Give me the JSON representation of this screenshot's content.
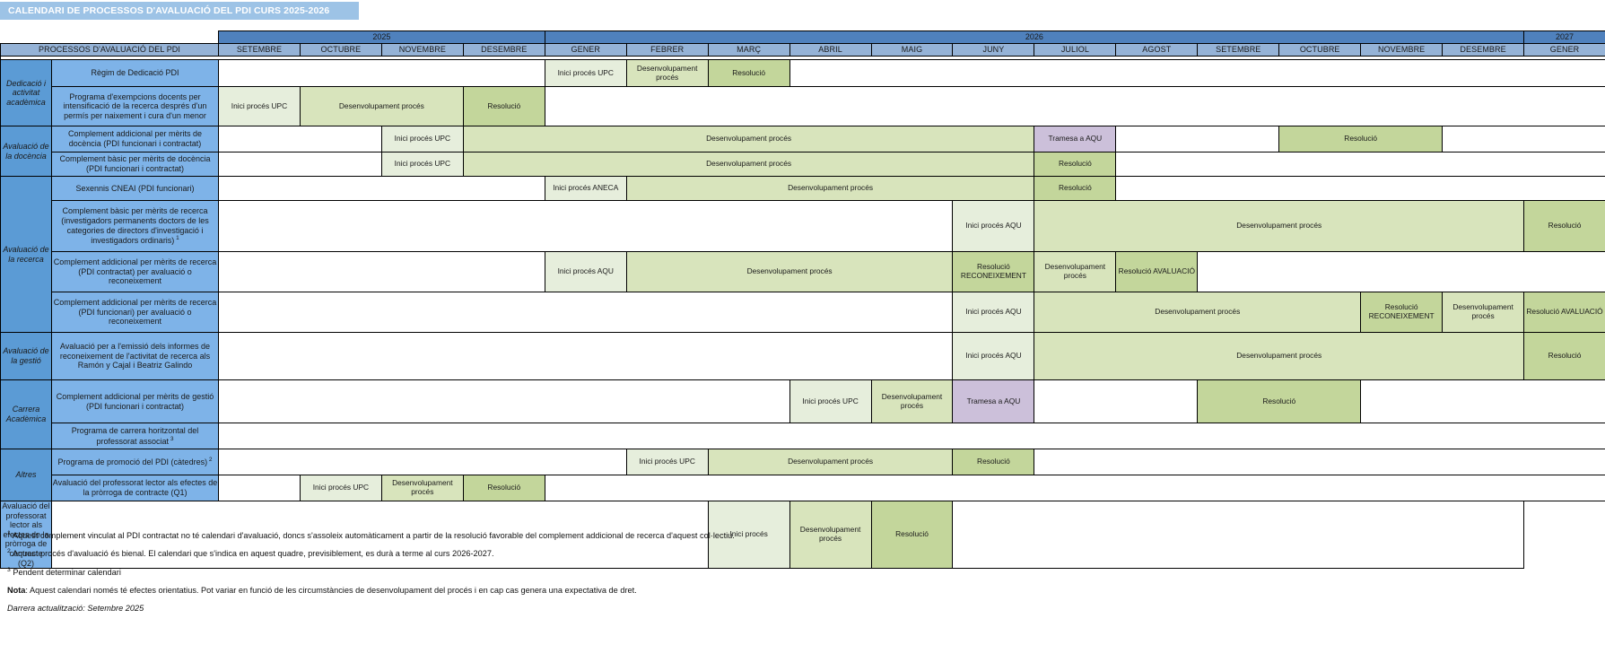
{
  "title": "CALENDARI DE PROCESSOS D'AVALUACIÓ DEL PDI CURS 2025-2026",
  "header": {
    "processes_col_label": "PROCESSOS D'AVALUACIÓ DEL PDI",
    "years": [
      {
        "label": "2025",
        "span": 4
      },
      {
        "label": "2026",
        "span": 12
      },
      {
        "label": "2027",
        "span": 1
      }
    ],
    "months": [
      "SETEMBRE",
      "OCTUBRE",
      "NOVEMBRE",
      "DESEMBRE",
      "GENER",
      "FEBRER",
      "MARÇ",
      "ABRIL",
      "MAIG",
      "JUNY",
      "JULIOL",
      "AGOST",
      "SETEMBRE",
      "OCTUBRE",
      "NOVEMBRE",
      "DESEMBRE",
      "GENER"
    ]
  },
  "colors": {
    "title_bg": "#9dc3e6",
    "year_bg": "#4f81bd",
    "month_bg": "#95b3d7",
    "group_bg": "#5b9bd5",
    "process_bg": "#7eb3e8",
    "inici": "#e6eedc",
    "desenvolupament": "#d8e4bc",
    "resolucio": "#c3d69b",
    "tramesa": "#ccc0da"
  },
  "groups": [
    {
      "label": "Dedicació i activitat acadèmica",
      "rows": 2
    },
    {
      "label": "Avaluació de la docència",
      "rows": 2
    },
    {
      "label": "Avaluació de la recerca",
      "rows": 4
    },
    {
      "label": "Avaluació de la gestió",
      "rows": 1
    },
    {
      "label": "Carrera Acadèmica",
      "rows": 2
    },
    {
      "label": "Altres",
      "rows": 2
    }
  ],
  "rows": [
    {
      "name": "Règim de Dedicació PDI",
      "note": "",
      "height": 30,
      "cells": [
        {
          "span": 4,
          "kind": "empty",
          "text": ""
        },
        {
          "span": 1,
          "kind": "inici",
          "text": "Inici procés UPC"
        },
        {
          "span": 1,
          "kind": "desen",
          "text": "Desenvolupament procés"
        },
        {
          "span": 1,
          "kind": "resol",
          "text": "Resolució"
        },
        {
          "span": 10,
          "kind": "empty",
          "text": ""
        }
      ]
    },
    {
      "name": "Programa d'exempcions docents per intensificació de la recerca després d'un permís per naixement i cura d'un menor",
      "note": "",
      "height": 44,
      "cells": [
        {
          "span": 1,
          "kind": "inici",
          "text": "Inici procés UPC"
        },
        {
          "span": 2,
          "kind": "desen",
          "text": "Desenvolupament procés"
        },
        {
          "span": 1,
          "kind": "resol",
          "text": "Resolució"
        },
        {
          "span": 13,
          "kind": "empty",
          "text": ""
        }
      ]
    },
    {
      "name": "Complement addicional per mèrits de docència (PDI funcionari i contractat)",
      "note": "",
      "height": 29,
      "cells": [
        {
          "span": 2,
          "kind": "empty",
          "text": ""
        },
        {
          "span": 1,
          "kind": "inici",
          "text": "Inici procés UPC"
        },
        {
          "span": 7,
          "kind": "desen",
          "text": "Desenvolupament procés"
        },
        {
          "span": 1,
          "kind": "tram",
          "text": "Tramesa a AQU"
        },
        {
          "span": 2,
          "kind": "empty",
          "text": ""
        },
        {
          "span": 2,
          "kind": "resol",
          "text": "Resolució"
        },
        {
          "span": 2,
          "kind": "empty",
          "text": ""
        }
      ]
    },
    {
      "name": "Complement bàsic per mèrits de docència (PDI funcionari i contractat)",
      "note": "",
      "height": 27,
      "cells": [
        {
          "span": 2,
          "kind": "empty",
          "text": ""
        },
        {
          "span": 1,
          "kind": "inici",
          "text": "Inici procés UPC"
        },
        {
          "span": 7,
          "kind": "desen",
          "text": "Desenvolupament procés"
        },
        {
          "span": 1,
          "kind": "resol",
          "text": "Resolució"
        },
        {
          "span": 6,
          "kind": "empty",
          "text": ""
        }
      ]
    },
    {
      "name": "Sexennis CNEAI (PDI funcionari)",
      "note": "",
      "height": 27,
      "cells": [
        {
          "span": 4,
          "kind": "empty",
          "text": ""
        },
        {
          "span": 1,
          "kind": "inici",
          "text": "Inici procés ANECA"
        },
        {
          "span": 5,
          "kind": "desen",
          "text": "Desenvolupament procés"
        },
        {
          "span": 1,
          "kind": "resol",
          "text": "Resolució"
        },
        {
          "span": 6,
          "kind": "empty",
          "text": ""
        }
      ]
    },
    {
      "name": "Complement bàsic per mèrits de recerca (investigadors permanents doctors de les categories de directors d'investigació i investigadors ordinaris)",
      "note": "1",
      "height": 57,
      "cells": [
        {
          "span": 9,
          "kind": "empty",
          "text": ""
        },
        {
          "span": 1,
          "kind": "inici",
          "text": "Inici procés AQU"
        },
        {
          "span": 6,
          "kind": "desen",
          "text": "Desenvolupament procés"
        },
        {
          "span": 1,
          "kind": "resol",
          "text": "Resolució"
        }
      ]
    },
    {
      "name": "Complement addicional per mèrits de recerca (PDI contractat) per avaluació o reconeixement",
      "note": "",
      "height": 45,
      "cells": [
        {
          "span": 4,
          "kind": "empty",
          "text": ""
        },
        {
          "span": 1,
          "kind": "inici",
          "text": "Inici procés AQU"
        },
        {
          "span": 4,
          "kind": "desen",
          "text": "Desenvolupament procés"
        },
        {
          "span": 1,
          "kind": "resol",
          "text": "Resolució RECONEIXEMENT"
        },
        {
          "span": 1,
          "kind": "desen",
          "text": "Desenvolupament procés"
        },
        {
          "span": 1,
          "kind": "resol",
          "text": "Resolució AVALUACIÓ"
        },
        {
          "span": 5,
          "kind": "empty",
          "text": ""
        }
      ]
    },
    {
      "name": "Complement addicional per mèrits de recerca (PDI funcionari) per avaluació o reconeixement",
      "note": "",
      "height": 45,
      "cells": [
        {
          "span": 9,
          "kind": "empty",
          "text": ""
        },
        {
          "span": 1,
          "kind": "inici",
          "text": "Inici procés AQU"
        },
        {
          "span": 4,
          "kind": "desen",
          "text": "Desenvolupament procés"
        },
        {
          "span": 1,
          "kind": "resol",
          "text": "Resolució RECONEIXEMENT"
        },
        {
          "span": 1,
          "kind": "desen",
          "text": "Desenvolupament procés"
        },
        {
          "span": 1,
          "kind": "resol",
          "text": "Resolució AVALUACIÓ"
        }
      ]
    },
    {
      "name": "Avaluació per a l'emissió dels informes de reconeixement de l'activitat de recerca als Ramón y Cajal i Beatriz Galindo",
      "note": "",
      "height": 53,
      "cells": [
        {
          "span": 9,
          "kind": "empty",
          "text": ""
        },
        {
          "span": 1,
          "kind": "inici",
          "text": "Inici procés AQU"
        },
        {
          "span": 6,
          "kind": "desen",
          "text": "Desenvolupament procés"
        },
        {
          "span": 1,
          "kind": "resol",
          "text": "Resolució"
        }
      ]
    },
    {
      "name": "Complement addicional per mèrits de gestió (PDI funcionari i contractat)",
      "note": "",
      "height": 48,
      "cells": [
        {
          "span": 7,
          "kind": "empty",
          "text": ""
        },
        {
          "span": 1,
          "kind": "inici",
          "text": "Inici procés UPC"
        },
        {
          "span": 1,
          "kind": "desen",
          "text": "Desenvolupament procés"
        },
        {
          "span": 1,
          "kind": "tram",
          "text": "Tramesa a AQU"
        },
        {
          "span": 2,
          "kind": "empty",
          "text": ""
        },
        {
          "span": 2,
          "kind": "resol",
          "text": "Resolució"
        },
        {
          "span": 3,
          "kind": "empty",
          "text": ""
        }
      ]
    },
    {
      "name": "Programa de carrera horitzontal del professorat associat",
      "note": "3",
      "height": 29,
      "cells": [
        {
          "span": 17,
          "kind": "empty",
          "text": ""
        }
      ]
    },
    {
      "name": "Programa de promoció del PDI (càtedres)",
      "note": "2",
      "height": 29,
      "cells": [
        {
          "span": 5,
          "kind": "empty",
          "text": ""
        },
        {
          "span": 1,
          "kind": "inici",
          "text": "Inici procés UPC"
        },
        {
          "span": 3,
          "kind": "desen",
          "text": "Desenvolupament procés"
        },
        {
          "span": 1,
          "kind": "resol",
          "text": "Resolució"
        },
        {
          "span": 7,
          "kind": "empty",
          "text": ""
        }
      ]
    },
    {
      "name": "Avaluació del professorat lector als efectes de la pròrroga de contracte (Q1)",
      "note": "",
      "height": 29,
      "cells": [
        {
          "span": 1,
          "kind": "empty",
          "text": ""
        },
        {
          "span": 1,
          "kind": "inici",
          "text": "Inici procés UPC"
        },
        {
          "span": 1,
          "kind": "desen",
          "text": "Desenvolupament procés"
        },
        {
          "span": 1,
          "kind": "resol",
          "text": "Resolució"
        },
        {
          "span": 13,
          "kind": "empty",
          "text": ""
        }
      ]
    },
    {
      "name": "Avaluació del professorat lector als efectes de la pròrroga de contracte (Q2)",
      "note": "",
      "height": 29,
      "cells": [
        {
          "span": 7,
          "kind": "empty",
          "text": ""
        },
        {
          "span": 1,
          "kind": "inici",
          "text": "Inici procés"
        },
        {
          "span": 1,
          "kind": "desen",
          "text": "Desenvolupament procés"
        },
        {
          "span": 1,
          "kind": "resol",
          "text": "Resolució"
        },
        {
          "span": 7,
          "kind": "empty",
          "text": ""
        }
      ]
    }
  ],
  "footnotes": [
    {
      "marker": "1",
      "text": "Aquest complement vinculat al PDI contractat no té calendari d'avaluació, doncs s'assoleix automàticament a partir de la resolució favorable del complement addicional de recerca d'aquest col·lectiu."
    },
    {
      "marker": "2",
      "text": "Aquest procés d'avaluació és bienal. El calendari que s'indica en aquest quadre, previsiblement, es durà a terme al curs 2026-2027."
    },
    {
      "marker": "3",
      "text": "Pendent determinar calendari"
    }
  ],
  "nota_label": "Nota",
  "nota_text": ": Aquest calendari només té efectes orientatius. Pot variar en funció de les circumstàncies de desenvolupament del procés i en cap cas genera una expectativa de dret.",
  "last_update": "Darrera actualització: Setembre 2025"
}
